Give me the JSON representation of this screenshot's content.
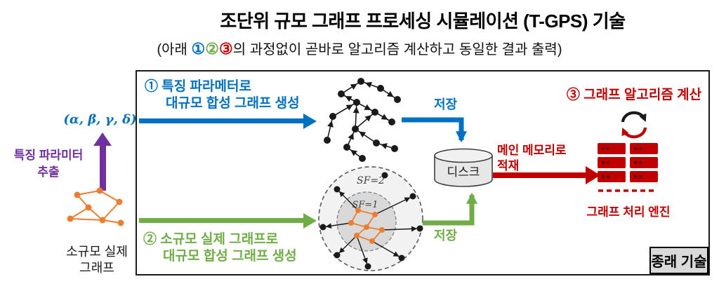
{
  "header": {
    "title": "조단위 규모 그래프 프로세싱 시뮬레이션 (T-GPS) 기술",
    "subtitle": {
      "prefix": "(아래 ",
      "n1": "①",
      "n2": "②",
      "n3": "③",
      "rest": "의 과정없이 곧바로 알고리즘 계산하고 동일한 결과 출력)"
    }
  },
  "left_panel": {
    "parameters": "(α, β, γ, δ)",
    "extract_line1": "특징 파라미터",
    "extract_line2": "추출",
    "real_graph_line1": "소규모 실제",
    "real_graph_line2": "그래프"
  },
  "diagram": {
    "step1_line1": "① 특징 파라메터로",
    "step1_line2": "대규모 합성 그래프 생성",
    "step2_line1": "② 소규모 실제 그래프로",
    "step2_line2": "대규모 합성 그래프 생성",
    "step3": "③ 그래프 알고리즘 계산",
    "save_top": "저장",
    "save_bottom": "저장",
    "disk": "디스크",
    "load_line1": "메인 메모리로",
    "load_line2": "적재",
    "engine": "그래프 처리 엔진",
    "sf_outer": "SF=2",
    "sf_inner": "SF=1",
    "legacy": "종래 기술"
  },
  "colors": {
    "step1_blue": "#0070C0",
    "step2_green": "#70AD47",
    "step3_red": "#C00000",
    "extract_purple": "#7030A0",
    "real_graph_orange": "#ED7D31",
    "disk_gray": "#E8E7E7",
    "legacy_gray": "#D9D9D9"
  },
  "icons": {
    "synthetic_graph": "directed-graph",
    "real_graph": "small-orange-graph",
    "scaled_cluster": "scale-factor-cluster",
    "disk": "database-cylinder",
    "compute": "cycle-arrows",
    "engine": "server-rack"
  }
}
